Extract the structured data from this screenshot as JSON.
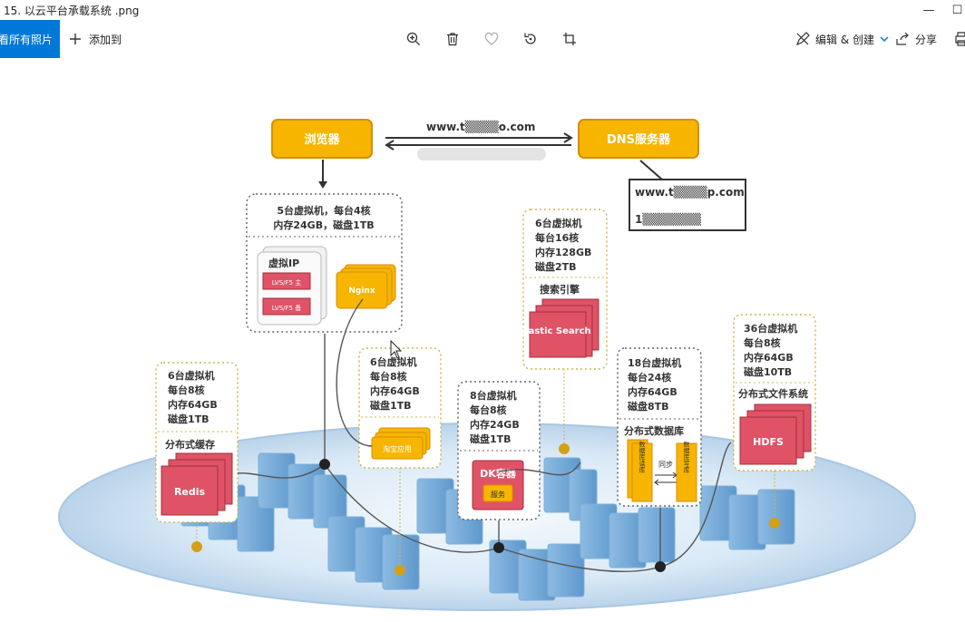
{
  "window": {
    "title": "15. 以云平台承载系统 .png",
    "minimize": "—",
    "maximize": "☐"
  },
  "toolbar": {
    "all_photos": "查看所有照片",
    "add_to": "添加到",
    "edit_create": "编辑 & 创建",
    "share": "分享",
    "icons": [
      "zoom-in-icon",
      "delete-icon",
      "favorite-icon",
      "rotate-icon",
      "crop-icon",
      "edit-icon",
      "share-icon",
      "print-icon"
    ]
  },
  "diagram": {
    "browser": "浏览器",
    "dns": "DNS服务器",
    "domain_top": "www.t▒▒▒▒o.com",
    "dns_record_domain": "www.t▒▒▒▒p.com",
    "dns_record_ip": "1▒▒▒▒▒▒▒",
    "lb_group": {
      "line1": "5台虚拟机，每台4核",
      "line2": "内存24GB，磁盘1TB",
      "vip": "虚拟IP",
      "lvs_main": "LVS/F5 主",
      "lvs_backup": "LVS/F5 备",
      "nginx": "Nginx"
    },
    "search_group": {
      "lines": [
        "6台虚拟机",
        "每台16核",
        "内存128GB",
        "磁盘2TB"
      ],
      "label": "搜索引擎",
      "node": "Elastic Search"
    },
    "cache_group": {
      "lines": [
        "6台虚拟机",
        "每台8核",
        "内存64GB",
        "磁盘1TB"
      ],
      "label": "分布式缓存",
      "node": "Redis"
    },
    "app_group": {
      "lines": [
        "6台虚拟机",
        "每台8核",
        "内存64GB",
        "磁盘1TB"
      ],
      "node": "淘宝应用"
    },
    "docker_group": {
      "lines": [
        "8台虚拟机",
        "每台8核",
        "内存24GB",
        "磁盘1TB"
      ],
      "container": "DK容器",
      "service": "服务"
    },
    "db_group": {
      "lines": [
        "18台虚拟机",
        "每台24核",
        "内存64GB",
        "磁盘8TB"
      ],
      "label": "分布式数据库",
      "read": "数据库读库",
      "sync": "同步",
      "write": "数据库写库"
    },
    "fs_group": {
      "lines": [
        "36台虚拟机",
        "每台8核",
        "内存64GB",
        "磁盘10TB"
      ],
      "label": "分布式文件系统",
      "node": "HDFS"
    }
  },
  "colors": {
    "accent": "#0078d7",
    "orange": "#f7b500",
    "red": "#e05366",
    "cloud": "#cfe3f4"
  }
}
